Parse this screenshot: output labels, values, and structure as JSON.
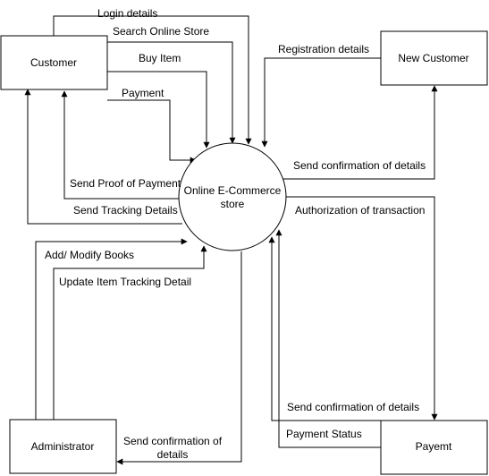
{
  "nodes": {
    "customer": "Customer",
    "new_customer": "New Customer",
    "store_line1": "Online E-Commerce",
    "store_line2": "store",
    "administrator": "Administrator",
    "payment_entity": "Payemt"
  },
  "edges": {
    "login_details": "Login details",
    "search_online_store": "Search Online Store",
    "buy_item": "Buy Item",
    "payment": "Payment",
    "registration_details": "Registration details",
    "send_confirmation_new_customer": "Send confirmation of details",
    "send_proof_of_payment": "Send Proof of Payment",
    "send_tracking_details": "Send Tracking Details",
    "authorization_of_transaction": "Authorization of transaction",
    "add_modify_books": "Add/ Modify Books",
    "update_item_tracking_detail": "Update Item Tracking Detail",
    "send_confirmation_payment": "Send confirmation of details",
    "payment_status": "Payment Status",
    "send_confirmation_admin_line1": "Send confirmation of",
    "send_confirmation_admin_line2": "details"
  }
}
